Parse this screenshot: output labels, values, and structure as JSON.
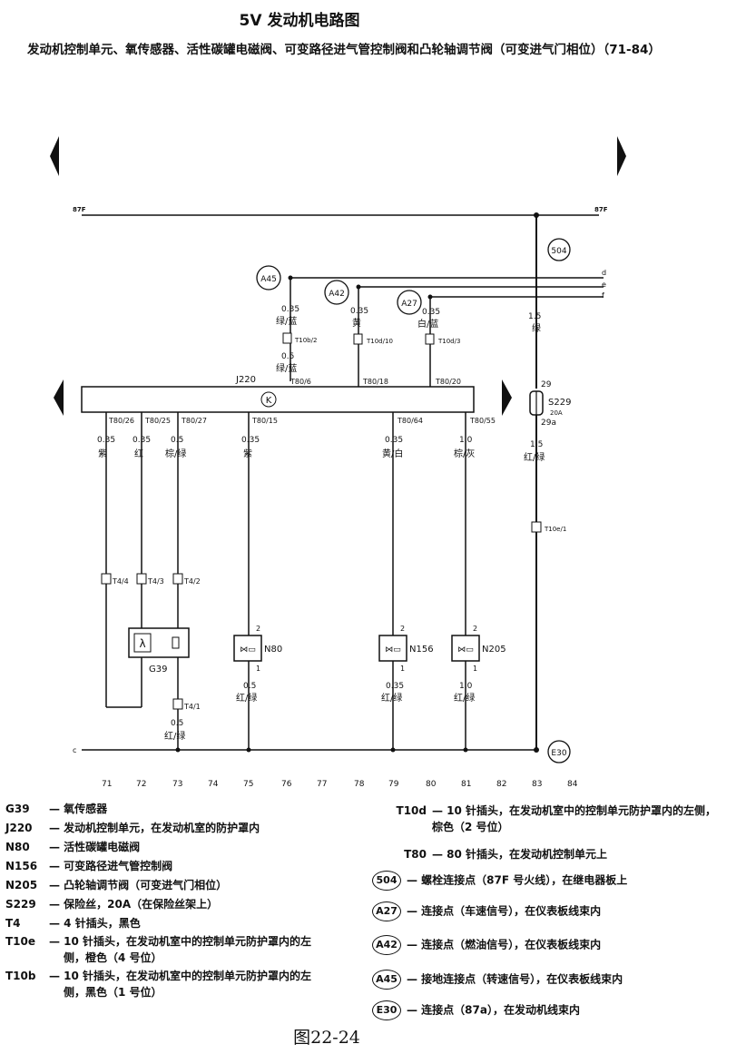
{
  "title": "5V 发动机电路图",
  "subtitle": "发动机控制单元、氧传感器、活性碳罐电磁阀、可变路径进气管控制阀和凸轮轴调节阀（可变进气门相位）（71-84）",
  "caption": "图22-24",
  "rails": {
    "top_left": "87F",
    "top_right": "87F",
    "bottom_left": "c",
    "side_d": "d",
    "side_e": "e",
    "side_f": "f"
  },
  "ecu": {
    "label": "J220",
    "symbol": "K"
  },
  "junctions": {
    "j504": "504",
    "a45": "A45",
    "a42": "A42",
    "a27": "A27",
    "e30": "E30"
  },
  "wires": {
    "a45_size": "0.35",
    "a45_color": "绿/蓝",
    "a45_conn": "T10b/2",
    "a45_size2": "0.5",
    "a45_color2": "绿/蓝",
    "pin_t80_6": "T80/6",
    "a42_size": "0.35",
    "a42_color": "黄",
    "a42_conn": "T10d/10",
    "pin_t80_18": "T80/18",
    "a27_size": "0.35",
    "a27_color": "白/蓝",
    "a27_conn": "T10d/3",
    "pin_t80_20": "T80/20",
    "j504_size": "1.5",
    "j504_color": "绿",
    "fuse_in": "29",
    "fuse_label": "S229",
    "fuse_rating": "20A",
    "fuse_out": "29a",
    "fuse_out_size": "1.5",
    "fuse_out_color": "红/绿",
    "t10e_conn": "T10e/1",
    "pin_t80_26": "T80/26",
    "w71_size": "0.35",
    "w71_color": "紫",
    "pin_t80_25": "T80/25",
    "w72_size": "0.35",
    "w72_color": "红",
    "pin_t80_27": "T80/27",
    "w73_size": "0.5",
    "w73_color": "棕/绿",
    "pin_t80_15": "T80/15",
    "w75_size": "0.35",
    "w75_color": "紫",
    "pin_t80_64": "T80/64",
    "w79_size": "0.35",
    "w79_color": "黄/白",
    "pin_t80_55": "T80/55",
    "w81_size": "1.0",
    "w81_color": "棕/灰",
    "t4_4": "T4/4",
    "t4_3": "T4/3",
    "t4_2": "T4/2",
    "t4_1": "T4/1",
    "g39": "G39",
    "g39_out_size": "0.5",
    "g39_out_color": "红/绿",
    "n80": "N80",
    "n80_pin2": "2",
    "n80_pin1": "1",
    "n80_size": "0.5",
    "n80_color": "红/绿",
    "n156": "N156",
    "n156_pin2": "2",
    "n156_pin1": "1",
    "n156_size": "0.35",
    "n156_color": "红/绿",
    "n205": "N205",
    "n205_pin2": "2",
    "n205_pin1": "1",
    "n205_size": "1.0",
    "n205_color": "红/绿"
  },
  "columns": [
    "71",
    "72",
    "73",
    "74",
    "75",
    "76",
    "77",
    "78",
    "79",
    "80",
    "81",
    "82",
    "83",
    "84"
  ],
  "legend_left": [
    {
      "code": "G39",
      "text": "— 氧传感器"
    },
    {
      "code": "J220",
      "text": "— 发动机控制单元，在发动机室的防护罩内"
    },
    {
      "code": "N80",
      "text": "— 活性碳罐电磁阀"
    },
    {
      "code": "N156",
      "text": "— 可变路径进气管控制阀"
    },
    {
      "code": "N205",
      "text": "— 凸轮轴调节阀（可变进气门相位）"
    },
    {
      "code": "S229",
      "text": "— 保险丝，20A（在保险丝架上）"
    },
    {
      "code": "T4",
      "text": "— 4 针插头，黑色"
    },
    {
      "code": "T10e",
      "text": "— 10 针插头，在发动机室中的控制单元防护罩内的左"
    },
    {
      "code": "",
      "text": "侧，橙色（4 号位）"
    },
    {
      "code": "T10b",
      "text": "— 10 针插头，在发动机室中的控制单元防护罩内的左"
    },
    {
      "code": "",
      "text": "侧，黑色（1 号位）"
    }
  ],
  "legend_right_text": [
    {
      "code": "T10d",
      "text": "— 10 针插头，在发动机室中的控制单元防护罩内的左侧，"
    },
    {
      "code": "",
      "text": "棕色（2 号位）"
    },
    {
      "code": "T80",
      "text": "— 80 针插头，在发动机控制单元上"
    }
  ],
  "legend_right_circ": [
    {
      "code": "504",
      "text": "— 螺栓连接点（87F 号火线），在继电器板上"
    },
    {
      "code": "A27",
      "text": "— 连接点（车速信号），在仪表板线束内"
    },
    {
      "code": "A42",
      "text": "— 连接点（燃油信号），在仪表板线束内"
    },
    {
      "code": "A45",
      "text": "— 接地连接点（转速信号），在仪表板线束内"
    },
    {
      "code": "E30",
      "text": "— 连接点（87a），在发动机线束内"
    }
  ]
}
